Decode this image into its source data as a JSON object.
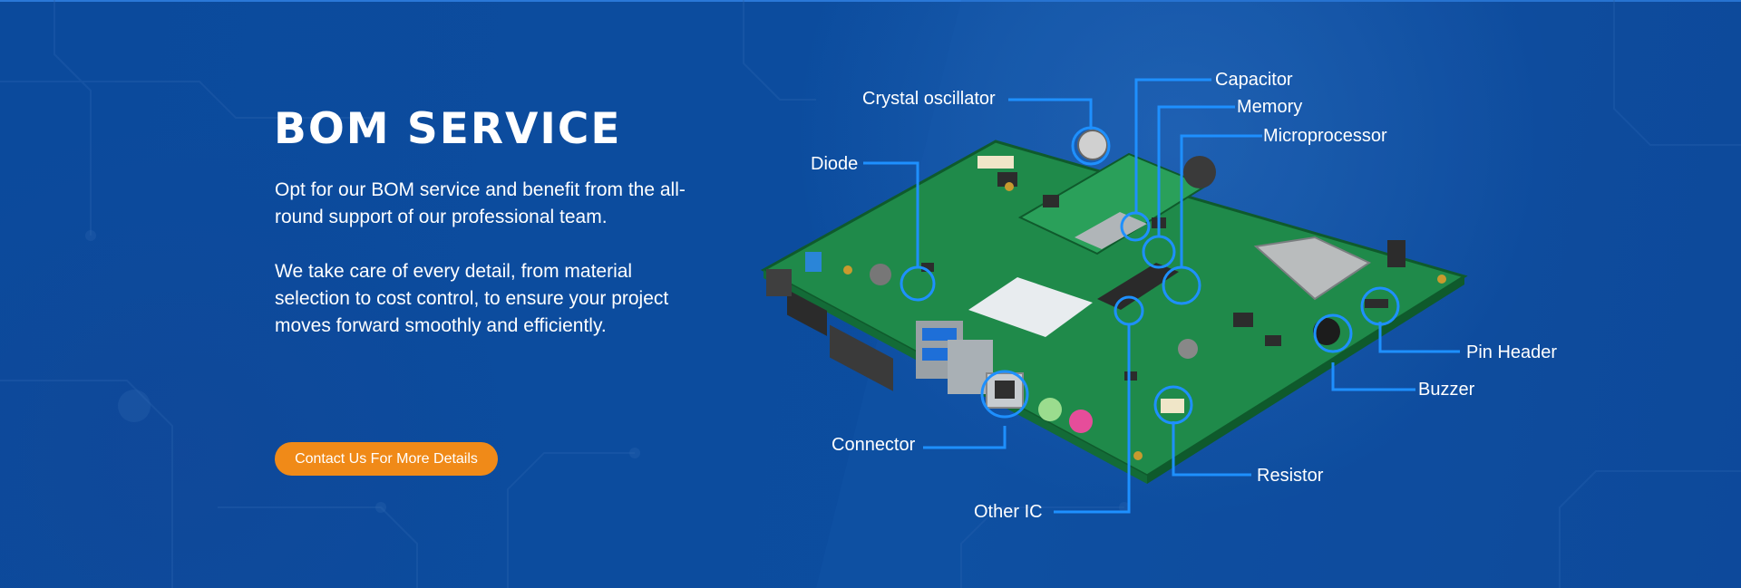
{
  "hero": {
    "title": "BOM SERVICE",
    "paragraph_1": "Opt for our BOM service and benefit from the all-round support of our professional team.",
    "paragraph_2": "We take care of every detail, from material selection to cost control, to ensure your project moves forward smoothly and efficiently.",
    "cta_label": "Contact Us For More Details"
  },
  "components": {
    "crystal_oscillator": "Crystal oscillator",
    "capacitor": "Capacitor",
    "memory": "Memory",
    "microprocessor": "Microprocessor",
    "diode": "Diode",
    "pin_header": "Pin Header",
    "buzzer": "Buzzer",
    "connector": "Connector",
    "resistor": "Resistor",
    "other_ic": "Other IC"
  },
  "colors": {
    "background": "#0b4a9c",
    "accent_orange": "#f08a18",
    "callout_blue": "#1e90ff",
    "pcb_green": "#1f8a4a"
  }
}
